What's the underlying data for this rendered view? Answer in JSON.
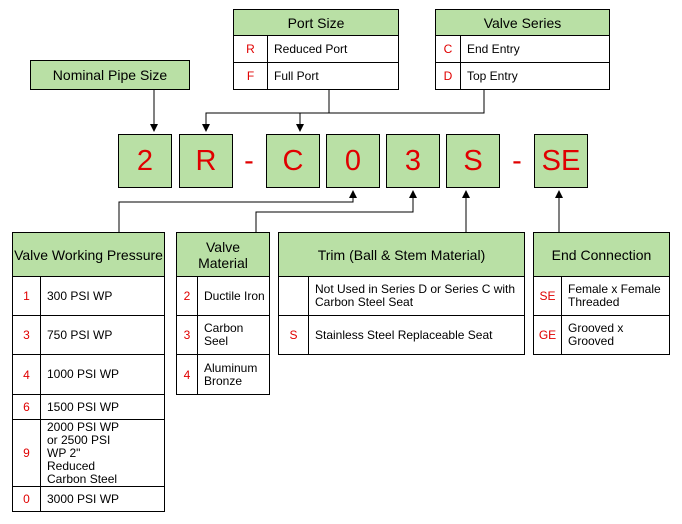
{
  "code": {
    "chars": [
      "2",
      "R",
      "C",
      "0",
      "3",
      "S",
      "SE"
    ],
    "dashes": [
      "-",
      "-"
    ]
  },
  "nominal_pipe_size": {
    "title": "Nominal Pipe Size"
  },
  "port_size": {
    "title": "Port Size",
    "rows": [
      {
        "code": "R",
        "desc": "Reduced Port"
      },
      {
        "code": "F",
        "desc": "Full Port"
      }
    ]
  },
  "valve_series": {
    "title": "Valve Series",
    "rows": [
      {
        "code": "C",
        "desc": "End Entry"
      },
      {
        "code": "D",
        "desc": "Top Entry"
      }
    ]
  },
  "working_pressure": {
    "title": "Valve Working Pressure",
    "rows": [
      {
        "code": "1",
        "desc": "300 PSI WP"
      },
      {
        "code": "3",
        "desc": "750 PSI WP"
      },
      {
        "code": "4",
        "desc": "1000 PSI WP"
      },
      {
        "code": "6",
        "desc": "1500 PSI WP"
      },
      {
        "code": "9",
        "desc": "2000 PSI WP or 2500 PSI WP 2\" Reduced Carbon Steel"
      },
      {
        "code": "0",
        "desc": "3000 PSI WP"
      }
    ]
  },
  "valve_material": {
    "title": "Valve Material",
    "rows": [
      {
        "code": "2",
        "desc": "Ductile Iron"
      },
      {
        "code": "3",
        "desc": "Carbon Seel"
      },
      {
        "code": "4",
        "desc": "Aluminum Bronze"
      }
    ]
  },
  "trim": {
    "title": "Trim (Ball & Stem Material)",
    "rows": [
      {
        "code": "",
        "desc": "Not Used in Series D or Series C with Carbon Steel Seat"
      },
      {
        "code": "S",
        "desc": "Stainless Steel Replaceable Seat"
      }
    ]
  },
  "end_connection": {
    "title": "End Connection",
    "rows": [
      {
        "code": "SE",
        "desc": "Female x Female Threaded"
      },
      {
        "code": "GE",
        "desc": "Grooved x Grooved"
      }
    ]
  },
  "colors": {
    "header_fill": "#b9e0a5",
    "code_text": "#e00000",
    "border": "#000000"
  }
}
